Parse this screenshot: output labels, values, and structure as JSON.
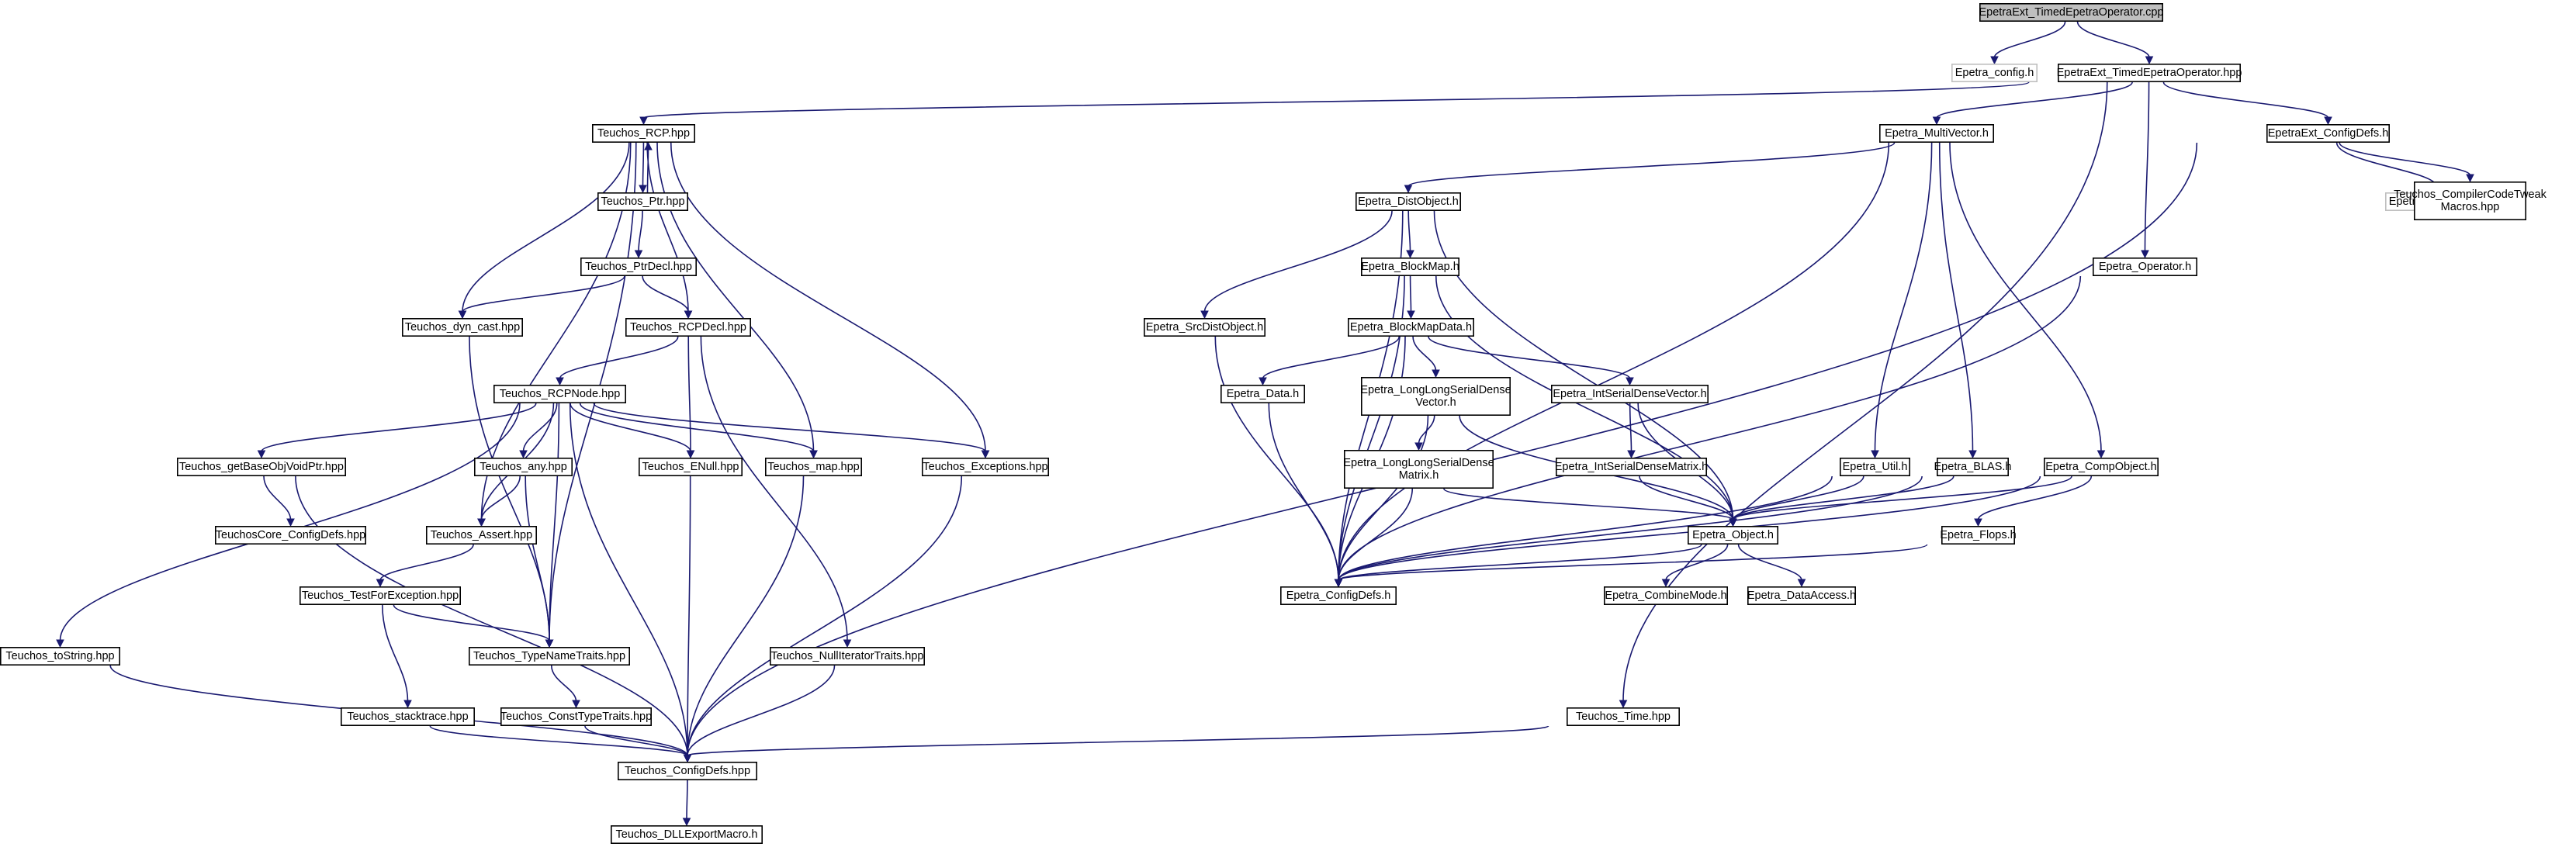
{
  "graph": {
    "type": "include-dependency-graph",
    "nodes": [
      {
        "id": "root",
        "label": "EpetraExt_TimedEpetraOperator.cpp",
        "style": "root"
      },
      {
        "id": "config_h",
        "label": "Epetra_config.h",
        "style": "gray"
      },
      {
        "id": "timedop_hpp",
        "label": "EpetraExt_TimedEpetraOperator.hpp"
      },
      {
        "id": "rcp",
        "label": "Teuchos_RCP.hpp"
      },
      {
        "id": "multivector",
        "label": "Epetra_MultiVector.h"
      },
      {
        "id": "ext_configdefs",
        "label": "EpetraExt_ConfigDefs.h"
      },
      {
        "id": "ext_config",
        "label": "EpetraExt_config.h",
        "style": "gray"
      },
      {
        "id": "compiler_tweak",
        "label": [
          "Teuchos_CompilerCodeTweak",
          "Macros.hpp"
        ]
      },
      {
        "id": "ptr",
        "label": "Teuchos_Ptr.hpp"
      },
      {
        "id": "distobject",
        "label": "Epetra_DistObject.h"
      },
      {
        "id": "operator_h",
        "label": "Epetra_Operator.h"
      },
      {
        "id": "ptrdecl",
        "label": "Teuchos_PtrDecl.hpp"
      },
      {
        "id": "blockmap",
        "label": "Epetra_BlockMap.h"
      },
      {
        "id": "dyn_cast",
        "label": "Teuchos_dyn_cast.hpp"
      },
      {
        "id": "rcpdecl",
        "label": "Teuchos_RCPDecl.hpp"
      },
      {
        "id": "srcdist",
        "label": "Epetra_SrcDistObject.h"
      },
      {
        "id": "blockmapdata",
        "label": "Epetra_BlockMapData.h"
      },
      {
        "id": "rcpnode",
        "label": "Teuchos_RCPNode.hpp"
      },
      {
        "id": "data_h",
        "label": "Epetra_Data.h"
      },
      {
        "id": "llsdv",
        "label": [
          "Epetra_LongLongSerialDense",
          "Vector.h"
        ]
      },
      {
        "id": "isdv",
        "label": "Epetra_IntSerialDenseVector.h"
      },
      {
        "id": "getbase",
        "label": "Teuchos_getBaseObjVoidPtr.hpp"
      },
      {
        "id": "any",
        "label": "Teuchos_any.hpp"
      },
      {
        "id": "enull",
        "label": "Teuchos_ENull.hpp"
      },
      {
        "id": "map",
        "label": "Teuchos_map.hpp"
      },
      {
        "id": "exceptions",
        "label": "Teuchos_Exceptions.hpp"
      },
      {
        "id": "llsdm",
        "label": [
          "Epetra_LongLongSerialDense",
          "Matrix.h"
        ]
      },
      {
        "id": "isdm",
        "label": "Epetra_IntSerialDenseMatrix.h"
      },
      {
        "id": "util",
        "label": "Epetra_Util.h"
      },
      {
        "id": "blas",
        "label": "Epetra_BLAS.h"
      },
      {
        "id": "compobject",
        "label": "Epetra_CompObject.h"
      },
      {
        "id": "core_configdefs",
        "label": "TeuchosCore_ConfigDefs.hpp"
      },
      {
        "id": "assert",
        "label": "Teuchos_Assert.hpp"
      },
      {
        "id": "object_h",
        "label": "Epetra_Object.h"
      },
      {
        "id": "flops",
        "label": "Epetra_Flops.h"
      },
      {
        "id": "epetra_configdefs",
        "label": "Epetra_ConfigDefs.h"
      },
      {
        "id": "combinemode",
        "label": "Epetra_CombineMode.h"
      },
      {
        "id": "dataaccess",
        "label": "Epetra_DataAccess.h"
      },
      {
        "id": "testforexc",
        "label": "Teuchos_TestForException.hpp"
      },
      {
        "id": "tostring",
        "label": "Teuchos_toString.hpp"
      },
      {
        "id": "typenametraits",
        "label": "Teuchos_TypeNameTraits.hpp"
      },
      {
        "id": "nullitertraits",
        "label": "Teuchos_NullIteratorTraits.hpp"
      },
      {
        "id": "stacktrace",
        "label": "Teuchos_stacktrace.hpp"
      },
      {
        "id": "consttypetraits",
        "label": "Teuchos_ConstTypeTraits.hpp"
      },
      {
        "id": "time",
        "label": "Teuchos_Time.hpp"
      },
      {
        "id": "teuchos_configdefs",
        "label": "Teuchos_ConfigDefs.hpp"
      },
      {
        "id": "dllexport",
        "label": "Teuchos_DLLExportMacro.h"
      }
    ]
  }
}
